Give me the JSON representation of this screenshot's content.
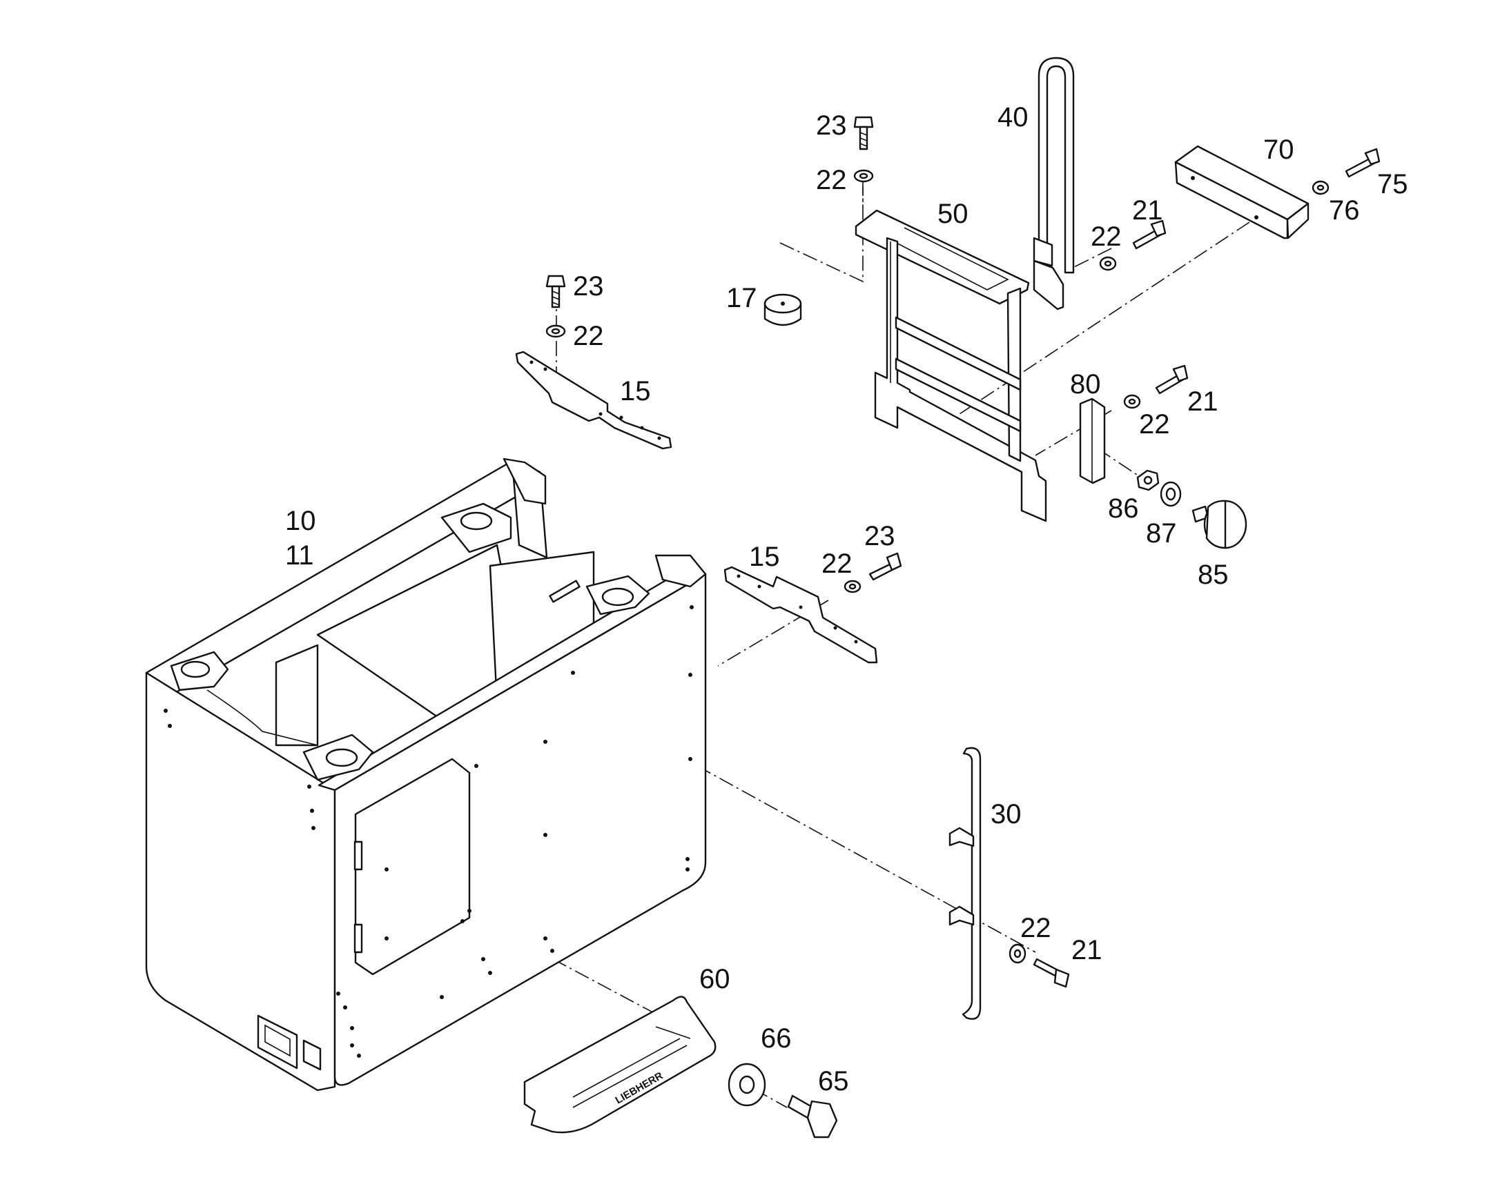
{
  "diagram": {
    "brand_label": "LIEBHERR",
    "callouts": [
      {
        "id": "c10",
        "text": "10"
      },
      {
        "id": "c11",
        "text": "11"
      },
      {
        "id": "c15a",
        "text": "15"
      },
      {
        "id": "c15b",
        "text": "15"
      },
      {
        "id": "c17",
        "text": "17"
      },
      {
        "id": "c21a",
        "text": "21"
      },
      {
        "id": "c21b",
        "text": "21"
      },
      {
        "id": "c21c",
        "text": "21"
      },
      {
        "id": "c22a",
        "text": "22"
      },
      {
        "id": "c22b",
        "text": "22"
      },
      {
        "id": "c22c",
        "text": "22"
      },
      {
        "id": "c22d",
        "text": "22"
      },
      {
        "id": "c22e",
        "text": "22"
      },
      {
        "id": "c22f",
        "text": "22"
      },
      {
        "id": "c23a",
        "text": "23"
      },
      {
        "id": "c23b",
        "text": "23"
      },
      {
        "id": "c23c",
        "text": "23"
      },
      {
        "id": "c30",
        "text": "30"
      },
      {
        "id": "c40",
        "text": "40"
      },
      {
        "id": "c50",
        "text": "50"
      },
      {
        "id": "c60",
        "text": "60"
      },
      {
        "id": "c65",
        "text": "65"
      },
      {
        "id": "c66",
        "text": "66"
      },
      {
        "id": "c70",
        "text": "70"
      },
      {
        "id": "c75",
        "text": "75"
      },
      {
        "id": "c76",
        "text": "76"
      },
      {
        "id": "c80",
        "text": "80"
      },
      {
        "id": "c85",
        "text": "85"
      },
      {
        "id": "c86",
        "text": "86"
      },
      {
        "id": "c87",
        "text": "87"
      }
    ]
  }
}
